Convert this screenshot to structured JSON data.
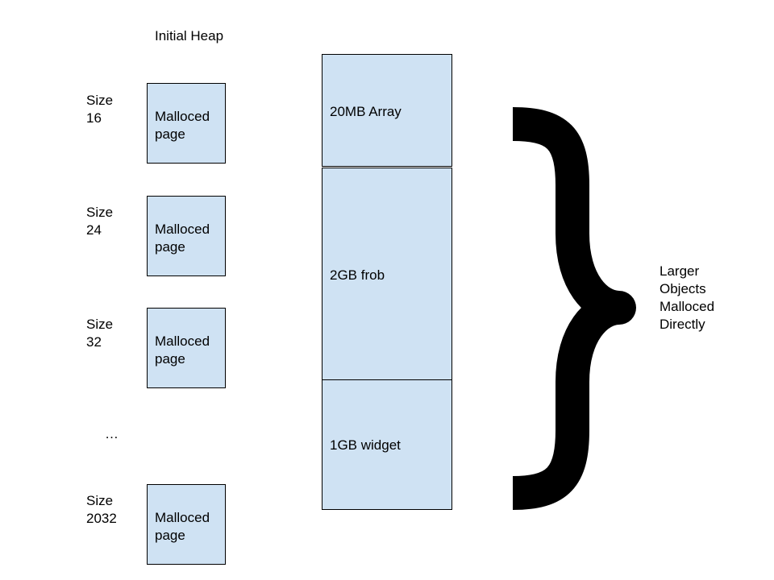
{
  "heap_title": "Initial Heap",
  "size_classes": [
    {
      "size_label": "Size\n16",
      "page_label": "Malloced\npage"
    },
    {
      "size_label": "Size\n24",
      "page_label": "Malloced\npage"
    },
    {
      "size_label": "Size\n32",
      "page_label": "Malloced\npage"
    },
    {
      "size_label": "Size\n2032",
      "page_label": "Malloced\npage"
    }
  ],
  "ellipsis": "…",
  "large_objects": [
    {
      "label": "20MB Array"
    },
    {
      "label": "2GB frob"
    },
    {
      "label": "1GB widget"
    }
  ],
  "brace_label": "Larger\nObjects\nMalloced\nDirectly",
  "colors": {
    "box_fill": "#cfe2f3",
    "border": "#000000",
    "brace": "#000000"
  }
}
